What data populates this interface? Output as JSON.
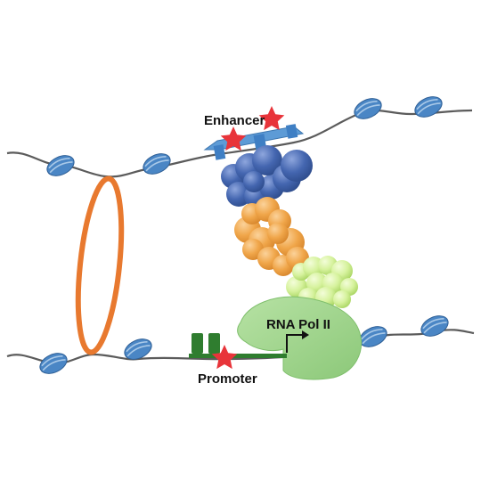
{
  "labels": {
    "enhancer": "Enhancer",
    "promoter": "Promoter",
    "rna_pol": "RNA Pol II"
  },
  "colors": {
    "dna_strand": "#5b5b5b",
    "nucleosome": "#4a86c5",
    "nucleosome_stripe": "#a9c9e8",
    "cohesin_ring": "#e8792f",
    "enhancer_platform": "#5d9bd6",
    "star": "#e8343a",
    "transcription_factor": "#4466b0",
    "mediator": "#f0a64a",
    "coactivator": "#c9ec88",
    "rna_pol_ii": "#9fd38d",
    "promoter_bar": "#2f7d2f"
  }
}
